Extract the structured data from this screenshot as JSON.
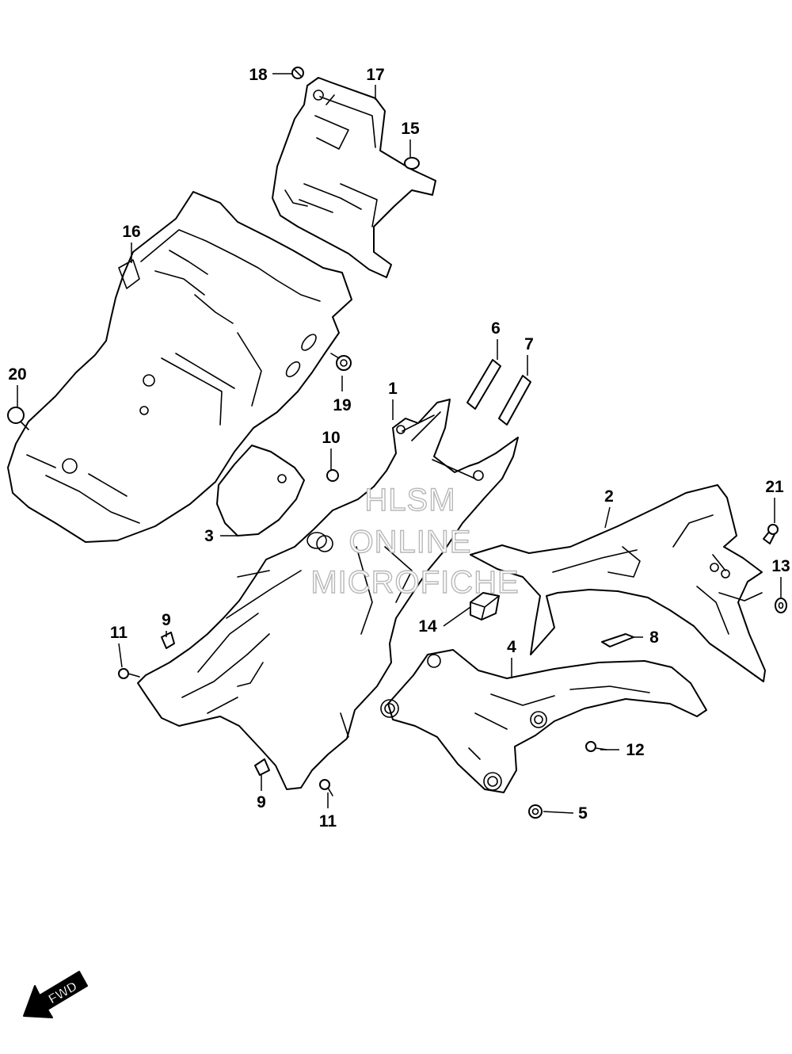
{
  "watermark": {
    "line1": "HLSM",
    "line2": "ONLINE",
    "line3": "MICROFICHE"
  },
  "direction": {
    "label": "FWD",
    "icon": "fwd-arrow-icon"
  },
  "callouts": {
    "c1": "1",
    "c2": "2",
    "c3": "3",
    "c4": "4",
    "c5": "5",
    "c6": "6",
    "c7": "7",
    "c8": "8",
    "c9a": "9",
    "c9b": "9",
    "c10": "10",
    "c11a": "11",
    "c11b": "11",
    "c12": "12",
    "c13": "13",
    "c14": "14",
    "c15": "15",
    "c16": "16",
    "c17": "17",
    "c18": "18",
    "c19": "19",
    "c20": "20",
    "c21": "21"
  }
}
